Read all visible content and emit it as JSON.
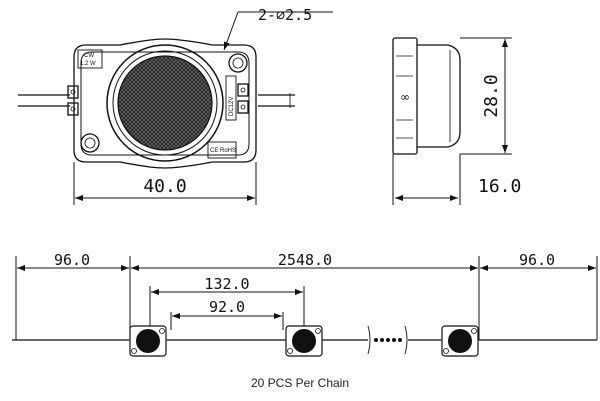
{
  "front_view": {
    "hole_spec": "2-⌀2.5",
    "width_dim": "40.0",
    "label_color": "CW",
    "label_power": "1.2 W",
    "label_voltage": "DC12V",
    "label_rohs": "CE RoHS"
  },
  "side_view": {
    "height_dim": "28.0",
    "depth_dim": "16.0",
    "mark": "∞"
  },
  "chain_view": {
    "lead_left": "96.0",
    "chain_length": "2548.0",
    "lead_right": "96.0",
    "spacing_outer": "132.0",
    "spacing_inner": "92.0"
  },
  "caption": "20 PCS Per Chain"
}
